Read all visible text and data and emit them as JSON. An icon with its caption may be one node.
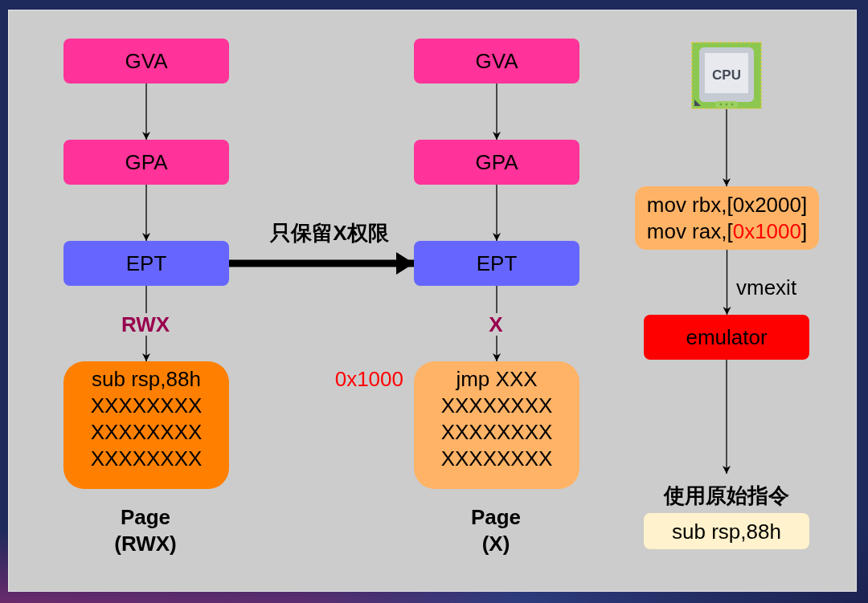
{
  "diagram": {
    "nodes": [
      {
        "text": [
          "GVA"
        ]
      },
      {
        "text": [
          "GPA"
        ]
      },
      {
        "text": [
          "EPT"
        ]
      },
      {
        "text": [
          "sub rsp,88h",
          "XXXXXXXX",
          "XXXXXXXX",
          "XXXXXXXX"
        ],
        "beside": [
          "Page (RWX)"
        ]
      },
      {
        "text": [
          "GVA"
        ]
      },
      {
        "text": [
          "GPA"
        ]
      },
      {
        "text": [
          "EPT"
        ]
      },
      {
        "text": [
          "jmp XXX",
          "XXXXXXXX",
          "XXXXXXXX",
          "XXXXXXXX"
        ],
        "beside": [
          "0x1000",
          "Page (X)"
        ]
      },
      {
        "text": [
          "CPU"
        ]
      },
      {
        "text": [
          "mov rbx,[0x2000]",
          "mov rax,[0x1000]"
        ]
      },
      {
        "text": [
          "emulator"
        ]
      },
      {
        "text": [
          "使用原始指令",
          "sub rsp,88h"
        ]
      }
    ],
    "edges": [
      {
        "from": 0,
        "to": 1,
        "arrow": "to"
      },
      {
        "from": 1,
        "to": 2,
        "arrow": "to"
      },
      {
        "from": 2,
        "to": 3,
        "arrow": "to",
        "label": "RWX"
      },
      {
        "from": 4,
        "to": 5,
        "arrow": "to"
      },
      {
        "from": 5,
        "to": 6,
        "arrow": "to"
      },
      {
        "from": 6,
        "to": 7,
        "arrow": "to",
        "label": "X"
      },
      {
        "from": 2,
        "to": 6,
        "arrow": "to",
        "label": "只保留X权限",
        "style": "thick"
      },
      {
        "from": 8,
        "to": 9,
        "arrow": "to"
      },
      {
        "from": 9,
        "to": 10,
        "arrow": "to",
        "label": "vmexit"
      },
      {
        "from": 10,
        "to": 11,
        "arrow": "to"
      }
    ]
  }
}
